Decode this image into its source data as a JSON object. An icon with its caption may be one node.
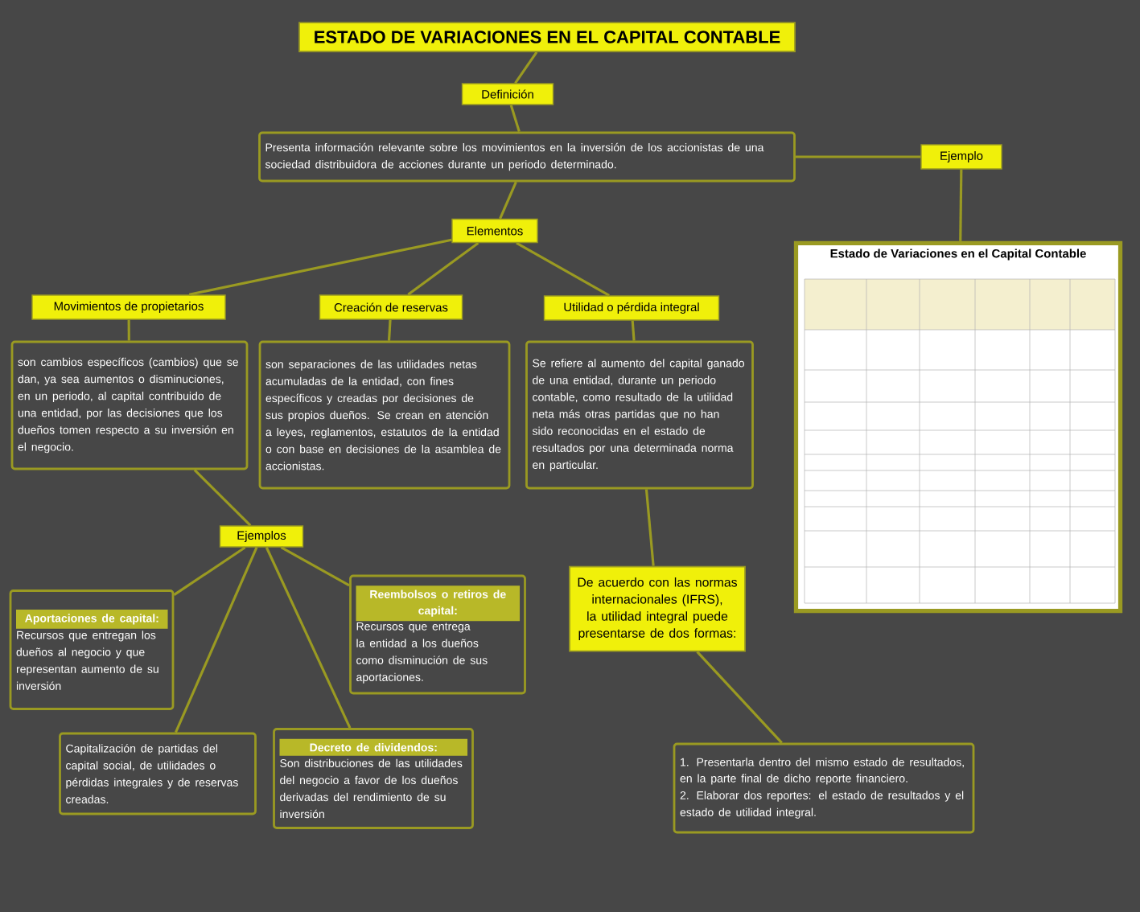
{
  "diagram": {
    "nodes": [
      {
        "text": [
          "ESTADO DE VARIACIONES EN EL CAPITAL CONTABLE"
        ]
      },
      {
        "text": [
          "Definición"
        ]
      },
      {
        "text": [
          "Presenta información relevante sobre los movimientos en la inversión de los accionistas de una sociedad distribuidora de acciones durante un periodo determinado."
        ]
      },
      {
        "text": [
          "Ejemplo"
        ]
      },
      {
        "text": [
          "Estado de Variaciones en el Capital Contable"
        ]
      },
      {
        "text": [
          "Elementos"
        ]
      },
      {
        "text": [
          "Movimientos de propietarios"
        ]
      },
      {
        "text": [
          "Creación de reservas"
        ]
      },
      {
        "text": [
          "Utilidad o pérdida integral"
        ]
      },
      {
        "text": [
          "son cambios específicos (cambios) que se dan, ya sea aumentos o disminuciones, en un periodo, al capital contribuido de una entidad, por las decisiones que los dueños tomen respecto a su inversión en el negocio."
        ]
      },
      {
        "text": [
          "son separaciones de las utilidades netas acumuladas de la entidad, con fines específicos y creadas por decisiones de sus propios dueños. Se crean en atención a leyes, reglamentos, estatutos de la entidad o con base en decisiones de la asamblea de accionistas."
        ]
      },
      {
        "text": [
          "Se refiere al aumento del capital ganado de una entidad, durante un periodo contable, como resultado de la utilidad neta más otras partidas que no han sido reconocidas en el estado de resultados por una determinada norma en particular."
        ]
      },
      {
        "text": [
          "Ejemplos"
        ]
      },
      {
        "text": [
          "Aportaciones de capital:",
          "Recursos que entregan los dueños al negocio y que representan aumento de su inversión"
        ]
      },
      {
        "text": [
          "Reembolsos o retiros de capital:",
          "Recursos que entrega la entidad a los dueños como disminución de sus aportaciones."
        ]
      },
      {
        "text": [
          "Capitalización de partidas del capital social, de utilidades o pérdidas integrales y de reservas creadas."
        ]
      },
      {
        "text": [
          "Decreto de dividendos:",
          "Son distribuciones de las utilidades del negocio a favor de los dueños derivadas del rendimiento de su inversión"
        ]
      },
      {
        "text": [
          "De acuerdo con las normas internacionales (IFRS), la utilidad integral puede presentarse de dos formas:"
        ]
      },
      {
        "text": [
          "1. Presentarla dentro del mismo estado de resultados, en la parte final de dicho reporte financiero.",
          "2. Elaborar dos reportes: el estado de resultados y el estado de utilidad integral."
        ]
      }
    ],
    "edges": [
      {
        "from": 0,
        "to": 1,
        "arrow": "none"
      },
      {
        "from": 1,
        "to": 2,
        "arrow": "none"
      },
      {
        "from": 2,
        "to": 3,
        "arrow": "none"
      },
      {
        "from": 3,
        "to": 4,
        "arrow": "none"
      },
      {
        "from": 2,
        "to": 5,
        "arrow": "none"
      },
      {
        "from": 5,
        "to": 6,
        "arrow": "none"
      },
      {
        "from": 5,
        "to": 7,
        "arrow": "none"
      },
      {
        "from": 5,
        "to": 8,
        "arrow": "none"
      },
      {
        "from": 6,
        "to": 9,
        "arrow": "none"
      },
      {
        "from": 7,
        "to": 10,
        "arrow": "none"
      },
      {
        "from": 8,
        "to": 11,
        "arrow": "none"
      },
      {
        "from": 9,
        "to": 12,
        "arrow": "none"
      },
      {
        "from": 12,
        "to": 13,
        "arrow": "none"
      },
      {
        "from": 12,
        "to": 14,
        "arrow": "none"
      },
      {
        "from": 12,
        "to": 15,
        "arrow": "none"
      },
      {
        "from": 12,
        "to": 16,
        "arrow": "none"
      },
      {
        "from": 11,
        "to": 17,
        "arrow": "none"
      },
      {
        "from": 17,
        "to": 18,
        "arrow": "none"
      }
    ]
  }
}
